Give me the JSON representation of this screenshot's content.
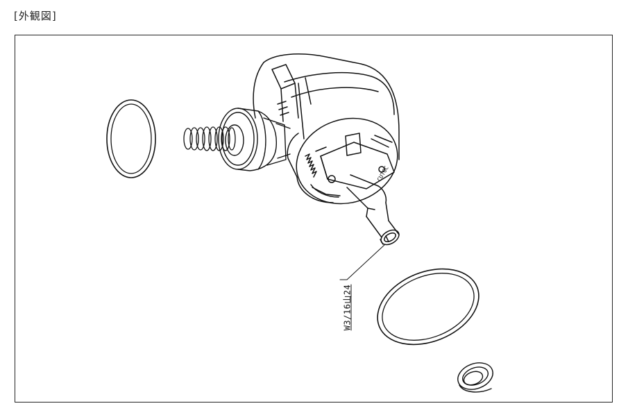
{
  "title": "[外観図]",
  "diagram": {
    "thread_callout": "W3/16山24",
    "stem_marking": "CUTOC"
  }
}
